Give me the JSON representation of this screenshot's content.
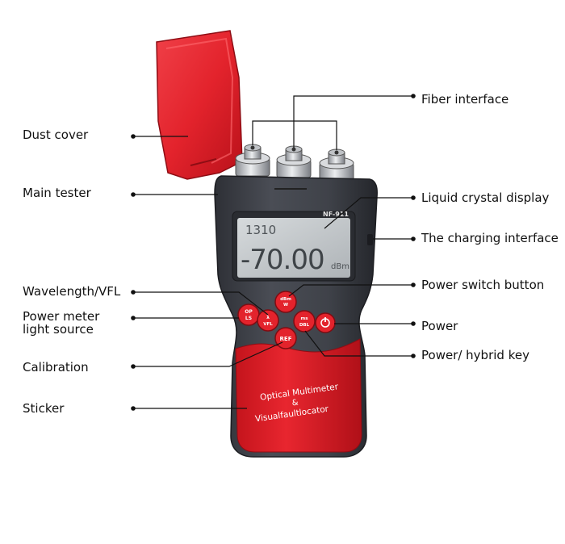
{
  "labels": {
    "dust_cover": "Dust cover",
    "main_tester": "Main tester",
    "wavelength_vfl": "Wavelength/VFL",
    "power_meter_line1": "Power meter",
    "power_meter_line2": "light source",
    "calibration": "Calibration",
    "sticker": "Sticker",
    "fiber_interface": "Fiber interface",
    "lcd": "Liquid crystal display",
    "charging_interface": "The charging interface",
    "power_switch_button": "Power switch button",
    "power": "Power",
    "power_hybrid_key": "Power/ hybrid key"
  },
  "device": {
    "model": "NF-911",
    "lcd_top_reading": "1310",
    "lcd_main_reading": "-70.00",
    "lcd_unit": "dBm",
    "keys": {
      "op_ls": "OP\nLS",
      "lambda_vfl": "λ\nVFL",
      "dbm_w": "dBm\nW",
      "ms_dbl": "ms\nDBL",
      "ref": "REF",
      "power_symbol": "⏻"
    },
    "sticker_line1": "Optical Multimeter",
    "sticker_line2": "&",
    "sticker_line3": "Visualfaultlocator"
  },
  "colors": {
    "body_red": "#e0202a",
    "dark_red": "#b3121b",
    "body_gray": "#3d4048",
    "lcd_bg": "#c9cdd0",
    "connector_silver": "#c6c8cc",
    "leader_line": "#111111"
  }
}
